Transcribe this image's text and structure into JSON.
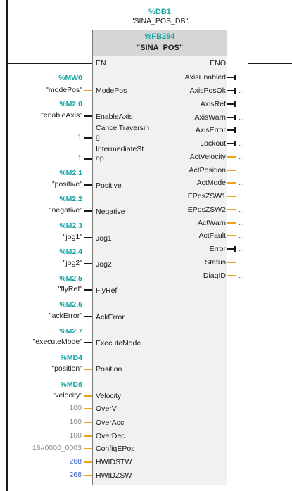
{
  "instance": {
    "address": "%DB1",
    "name": "\"SINA_POS_DB\""
  },
  "block": {
    "address": "%FB284",
    "name": "\"SINA_POS\""
  },
  "en_label": "EN",
  "eno_label": "ENO",
  "inputs": [
    {
      "label": "ModePos",
      "address": "%MW0",
      "tag": "\"modePos\""
    },
    {
      "label": "EnableAxis",
      "address": "%M2.0",
      "tag": "\"enableAxis\""
    },
    {
      "label_l1": "CancelTraversin",
      "label_l2": "g",
      "value": "1"
    },
    {
      "label_l1": "IntermediateSt",
      "label_l2": "op",
      "value": "1"
    },
    {
      "label": "Positive",
      "address": "%M2.1",
      "tag": "\"positive\""
    },
    {
      "label": "Negative",
      "address": "%M2.2",
      "tag": "\"negative\""
    },
    {
      "label": "Jog1",
      "address": "%M2.3",
      "tag": "\"jog1\""
    },
    {
      "label": "Jog2",
      "address": "%M2.4",
      "tag": "\"jog2\""
    },
    {
      "label": "FlyRef",
      "address": "%M2.5",
      "tag": "\"flyRef\""
    },
    {
      "label": "AckError",
      "address": "%M2.6",
      "tag": "\"ackError\""
    },
    {
      "label": "ExecuteMode",
      "address": "%M2.7",
      "tag": "\"executeMode\""
    },
    {
      "label": "Position",
      "address": "%MD4",
      "tag": "\"position\""
    },
    {
      "label": "Velocity",
      "address": "%MD8",
      "tag": "\"velocity\""
    },
    {
      "label": "OverV",
      "value": "100"
    },
    {
      "label": "OverAcc",
      "value": "100"
    },
    {
      "label": "OverDec",
      "value": "100"
    },
    {
      "label": "ConfigEPos",
      "value": "16#0000_0003"
    },
    {
      "label": "HWIDSTW",
      "value": "268"
    },
    {
      "label": "HWIDZSW",
      "value": "268"
    }
  ],
  "outputs": [
    {
      "label": "AxisEnabled",
      "value": "..."
    },
    {
      "label": "AxisPosOk",
      "value": "..."
    },
    {
      "label": "AxisRef",
      "value": "..."
    },
    {
      "label": "AxisWarn",
      "value": "..."
    },
    {
      "label": "AxisError",
      "value": "..."
    },
    {
      "label": "Lockout",
      "value": "..."
    },
    {
      "label": "ActVelocity",
      "value": "..."
    },
    {
      "label": "ActPosition",
      "value": "..."
    },
    {
      "label": "ActMode",
      "value": "..."
    },
    {
      "label": "EPosZSW1",
      "value": "..."
    },
    {
      "label": "EPosZSW2",
      "value": "..."
    },
    {
      "label": "ActWarn",
      "value": "..."
    },
    {
      "label": "ActFault",
      "value": "..."
    },
    {
      "label": "Error",
      "value": "..."
    },
    {
      "label": "Status",
      "value": "..."
    },
    {
      "label": "DiagID",
      "value": "..."
    }
  ],
  "colors": {
    "accent": "#15a4a4",
    "wire_analog": "#f0a020",
    "wire_bool": "#1a1a1a",
    "const_blue": "#3a64c6"
  }
}
